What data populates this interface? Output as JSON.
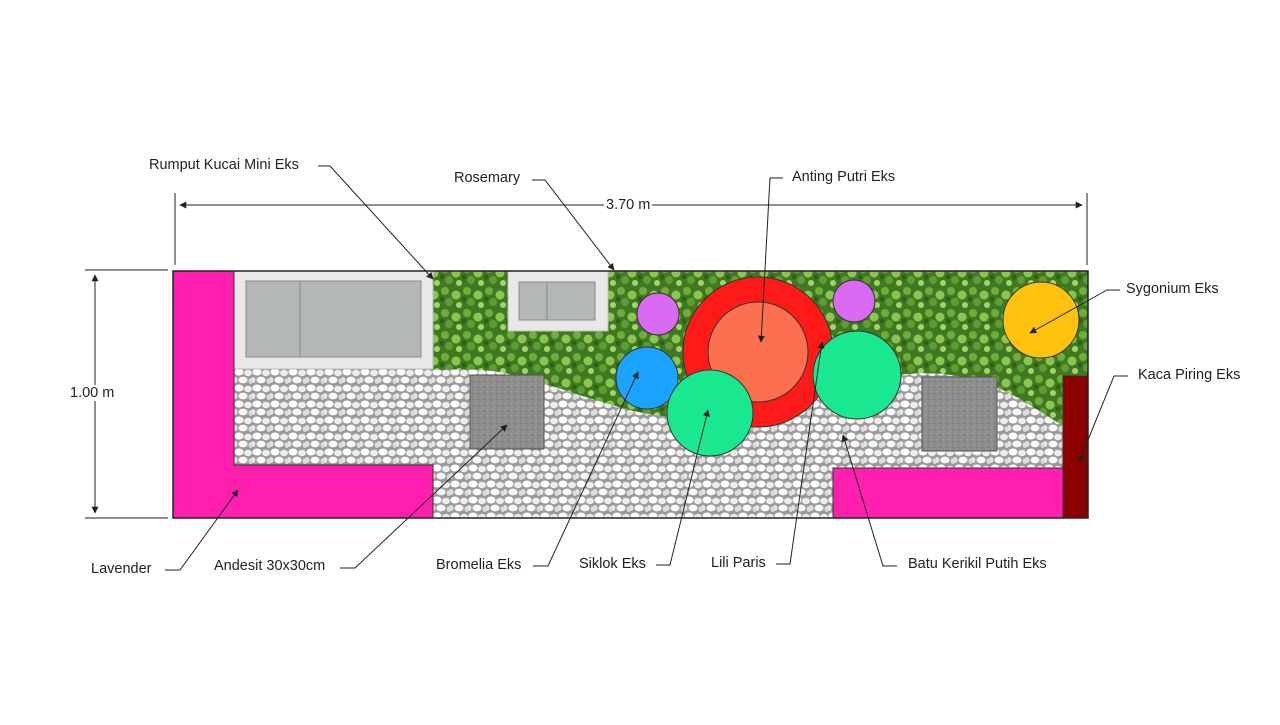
{
  "plan": {
    "dimensions": {
      "width": "3.70 m",
      "height": "1.00 m"
    },
    "labels": {
      "rumput_kucai": "Rumput Kucai Mini Eks",
      "rosemary": "Rosemary",
      "anting_putri": "Anting Putri Eks",
      "sygonium": "Sygonium Eks",
      "kaca_piring": "Kaca Piring Eks",
      "lavender": "Lavender",
      "andesit": "Andesit 30x30cm",
      "bromelia": "Bromelia Eks",
      "siklok": "Siklok Eks",
      "lili_paris": "Lili Paris",
      "batu_kerikil": "Batu Kerikil Putih Eks"
    },
    "colors": {
      "lavender": "#ff1fae",
      "grass": "#4f8a2c",
      "grass_light": "#7db84a",
      "gravel": "#d9d9d9",
      "andesit": "#8f8f8f",
      "anting_ring": "#ff1a1a",
      "anting_core": "#fa7050",
      "siklok": "#19e890",
      "bromelia": "#1aa3ff",
      "rosemary_dot": "#d86bf2",
      "sygonium": "#ffc20e",
      "kaca_piring": "#8b0000",
      "concrete": "#e6e6e6",
      "concrete_inner": "#b8b8b8"
    }
  }
}
